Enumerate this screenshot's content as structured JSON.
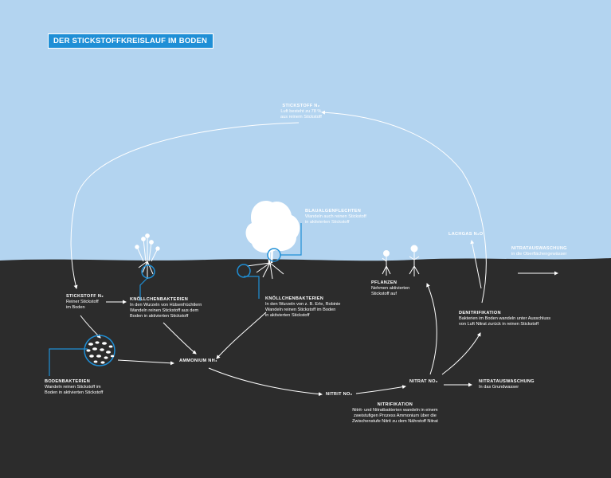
{
  "title": "DER STICKSTOFFKREISLAUF IM BODEN",
  "colors": {
    "sky": "#b3d4f0",
    "ground": "#2c2c2c",
    "accent": "#1f8fd6",
    "line": "#ffffff"
  },
  "labels": {
    "air_nitrogen": {
      "head": "STICKSTOFF N₂",
      "l1": "Luft besteht zu 78 %",
      "l2": "aus reinem Stickstoff"
    },
    "blue_algae": {
      "head": "BLAUALGENFLECHTEN",
      "l1": "Wandeln auch reinen Stickstoff",
      "l2": "in aktivierten Stickstoff"
    },
    "laughing_gas": {
      "head": "LACHGAS N₂O"
    },
    "nitrate_runoff_surface": {
      "head": "NITRATAUSWASCHUNG",
      "l1": "in die Oberflächengewässer"
    },
    "soil_nitrogen": {
      "head": "STICKSTOFF N₂",
      "l1": "Reiner Stickstoff",
      "l2": "im Boden"
    },
    "nodule_bacteria_1": {
      "head": "KNÖLLCHENBAKTERIEN",
      "l1": "In den Wurzeln von Hülsenfrüchtlern",
      "l2": "Wandeln reinen Stickstoff aus dem",
      "l3": "Boden in aktivierten Stickstoff"
    },
    "nodule_bacteria_2": {
      "head": "KNÖLLCHENBAKTERIEN",
      "l1": "In den Wurzeln von z. B. Erle, Robinie",
      "l2": "Wandeln reinen Stickstoff im Boden",
      "l3": "in aktivierten Stickstoff"
    },
    "plants": {
      "head": "PFLANZEN",
      "l1": "Nehmen aktivierten",
      "l2": "Stickstoff auf"
    },
    "denitrification": {
      "head": "DENITRIFIKATION",
      "l1": "Bakterien im Boden wandeln unter Ausschluss",
      "l2": "von Luft Nitrat zurück in reinen Stickstoff"
    },
    "ammonium": {
      "head": "AMMONIUM NH₄"
    },
    "soil_bacteria": {
      "head": "BODENBAKTERIEN",
      "l1": "Wandeln reinen Stickstoff im",
      "l2": "Boden in aktivierten Stickstoff"
    },
    "nitrate": {
      "head": "NITRAT NO₃"
    },
    "nitrate_runoff_ground": {
      "head": "NITRATAUSWASCHUNG",
      "l1": "In das Grundwasser"
    },
    "nitrite": {
      "head": "NITRIT NO₂"
    },
    "nitrification": {
      "head": "NITRIFIKATION",
      "l1": "Nitrit- und Nitratbakterien wandeln in einem",
      "l2": "zweistufigen Prozess Ammonium über die",
      "l3": "Zwischenstufe Nitrit zu dem Nährstoff Nitrat"
    }
  }
}
